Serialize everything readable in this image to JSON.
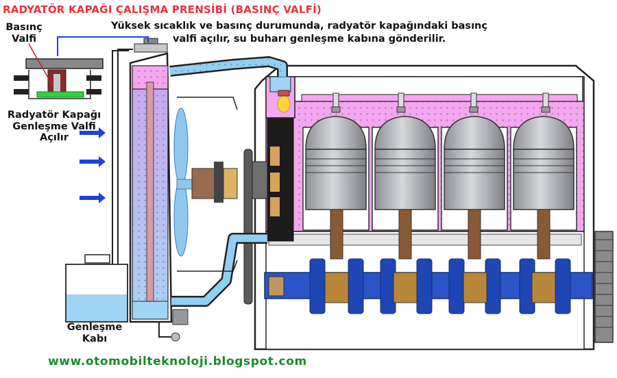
{
  "title": "RADYATÖR KAPAĞI ÇALIŞMA PRENSİBİ (BASINÇ VALFİ)",
  "caption": {
    "line1": "Yüksek sıcaklık ve basınç durumunda, radyatör kapağındaki basınç",
    "line2": "valfi açılır, su buharı genleşme kabına gönderilir."
  },
  "labels": {
    "pressure_valve_line1": "Basınç",
    "pressure_valve_line2": "Valfi",
    "cap_line1": "Radyatör Kapağı",
    "cap_line2": "Genleşme Valfi",
    "cap_line3": "Açılır",
    "tank_line1": "Genleşme",
    "tank_line2": "Kabı"
  },
  "website": "www.otomobilteknoloji.blogspot.com",
  "colors": {
    "title": "#e8343a",
    "coolant_hot": "#f4a6f0",
    "coolant_cool": "#9fd4f4",
    "pipe": "#8fd0f2",
    "arrow": "#1f3fe0",
    "website": "#1a8a2a",
    "piston": "#b4b6bc",
    "crankshaft": "#2a55c8",
    "rod": "#8a5a34"
  },
  "icons": [
    "air-flow-arrow-icon",
    "spark-plug-icon",
    "thermostat-icon",
    "fan-icon"
  ]
}
